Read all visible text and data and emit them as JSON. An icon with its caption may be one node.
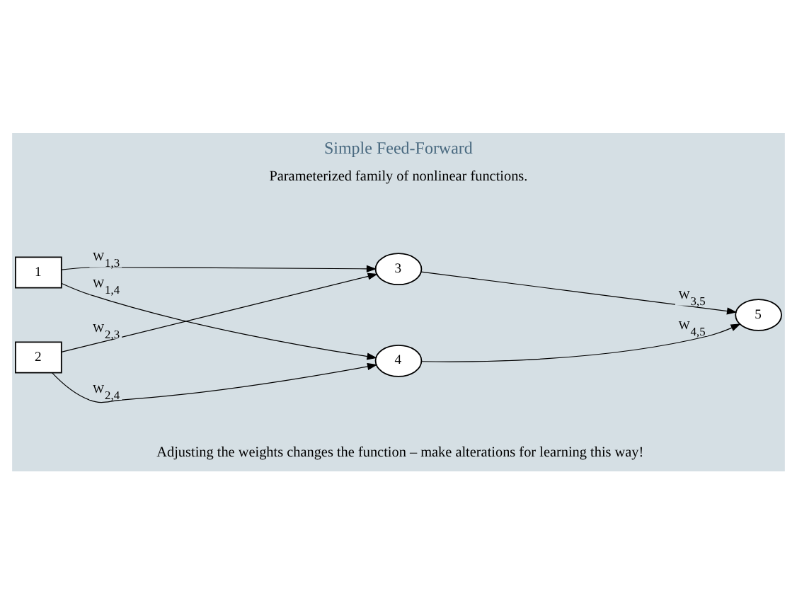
{
  "diagram": {
    "title": "Simple Feed-Forward",
    "nodes": [
      {
        "text": [
          "1"
        ]
      },
      {
        "text": [
          "2"
        ]
      },
      {
        "text": [
          "3"
        ]
      },
      {
        "text": [
          "4"
        ]
      },
      {
        "text": [
          "5"
        ]
      }
    ],
    "edges": [
      {
        "from": 0,
        "to": 2,
        "arrow": "to",
        "label": "W$_{1,3}$"
      },
      {
        "from": 0,
        "to": 3,
        "arrow": "to",
        "label": "W$_{1,4}$"
      },
      {
        "from": 1,
        "to": 2,
        "arrow": "to",
        "label": "W$_{2,3}$"
      },
      {
        "from": 1,
        "to": 3,
        "arrow": "to",
        "label": "W$_{2,4}$"
      },
      {
        "from": 2,
        "to": 4,
        "arrow": "to",
        "label": "W$_{3,5}$"
      },
      {
        "from": 3,
        "to": 4,
        "arrow": "to",
        "label": "W$_{4,5}$"
      }
    ],
    "labels": [
      "Parameterized family of nonlinear functions.",
      "Adjusting the weights changes the function – make alterations for learning this way!"
    ]
  }
}
